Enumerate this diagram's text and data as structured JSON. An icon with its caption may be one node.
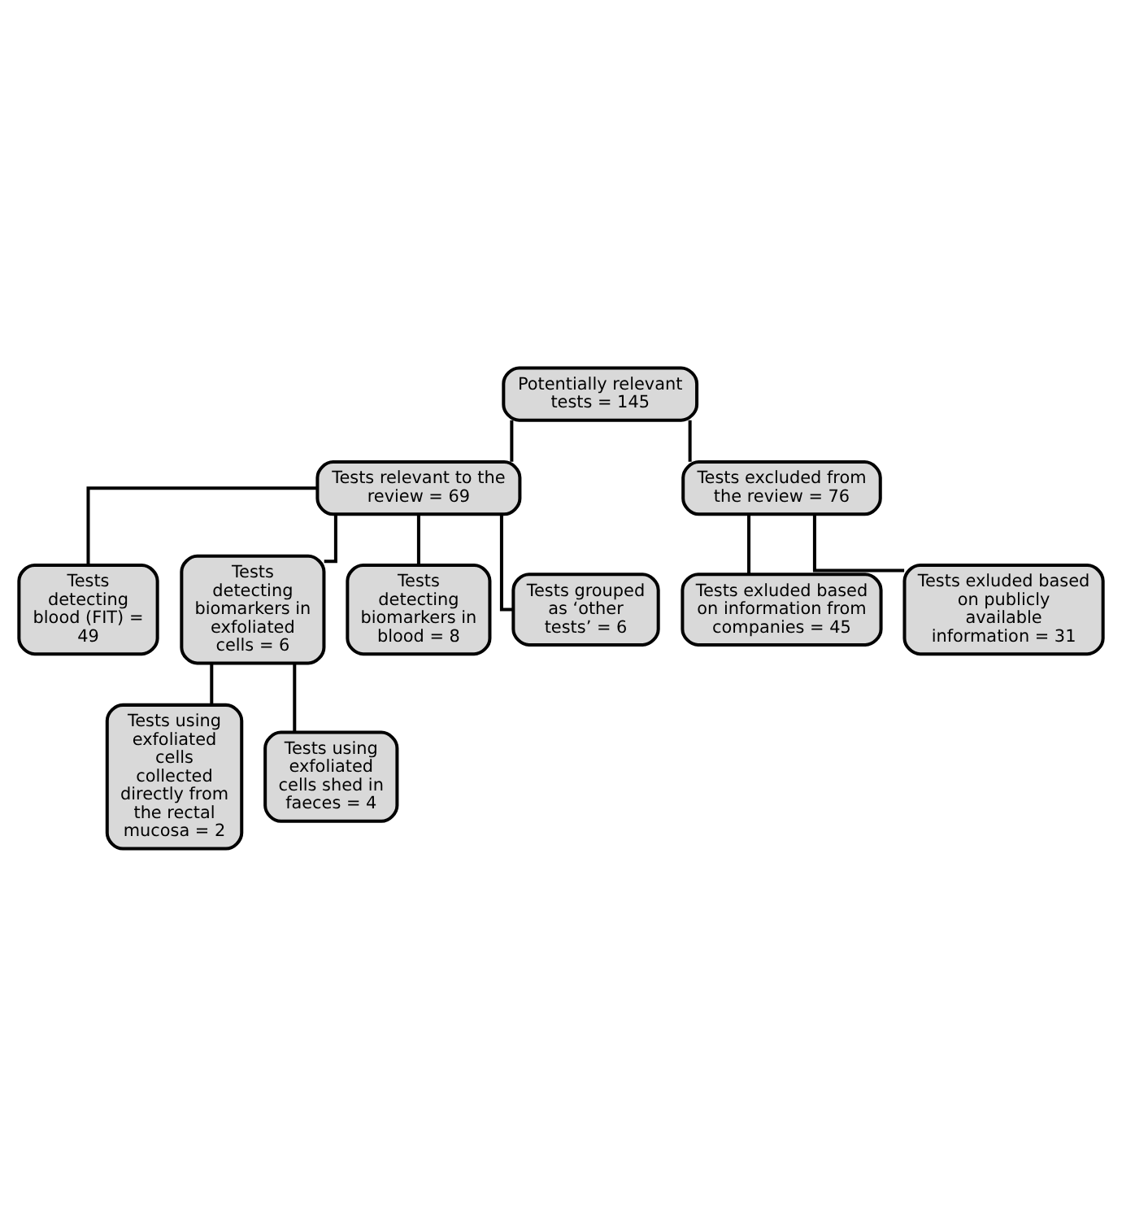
{
  "diagram": {
    "nodes": [
      {
        "text": [
          "Potentially relevant tests = 145"
        ]
      },
      {
        "text": [
          "Tests relevant to the review = 69"
        ]
      },
      {
        "text": [
          "Tests excluded from the review = 76"
        ]
      },
      {
        "text": [
          "Tests exluded based on information from companies = 45"
        ]
      },
      {
        "text": [
          "Tests exluded based on publicly available information = 31"
        ]
      },
      {
        "text": [
          "Tests detecting blood (FIT) = 49"
        ]
      },
      {
        "text": [
          "Tests detecting biomarkers in exfoliated cells = 6"
        ]
      },
      {
        "text": [
          "Tests detecting biomarkers in blood = 8"
        ]
      },
      {
        "text": [
          "Tests grouped as ‘other tests’ = 6"
        ]
      },
      {
        "text": [
          "Tests using exfoliated cells collected directly from the rectal mucosa = 2"
        ]
      },
      {
        "text": [
          "Tests using exfoliated cells shed in faeces = 4"
        ]
      }
    ],
    "edges": [
      {
        "from": 0,
        "to": 1,
        "arrow": "none"
      },
      {
        "from": 0,
        "to": 2,
        "arrow": "none"
      },
      {
        "from": 2,
        "to": 3,
        "arrow": "none"
      },
      {
        "from": 2,
        "to": 4,
        "arrow": "none"
      },
      {
        "from": 1,
        "to": 5,
        "arrow": "none"
      },
      {
        "from": 1,
        "to": 6,
        "arrow": "none"
      },
      {
        "from": 1,
        "to": 7,
        "arrow": "none"
      },
      {
        "from": 1,
        "to": 8,
        "arrow": "none"
      },
      {
        "from": 6,
        "to": 9,
        "arrow": "none"
      },
      {
        "from": 6,
        "to": 10,
        "arrow": "none"
      }
    ]
  }
}
